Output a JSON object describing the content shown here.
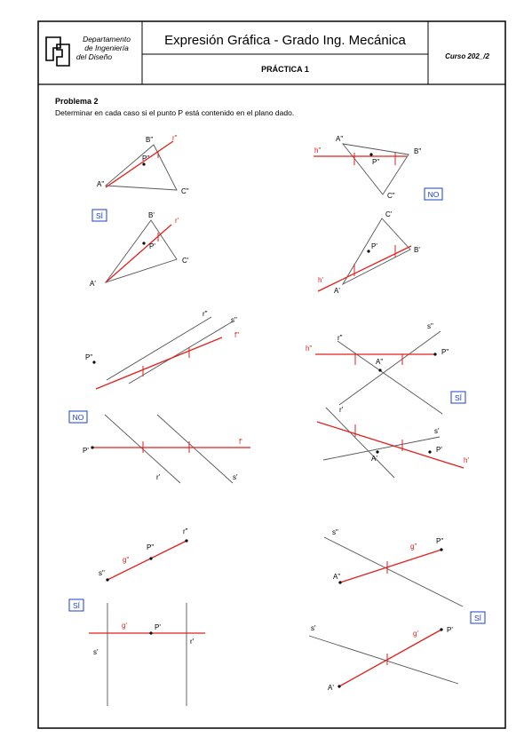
{
  "header": {
    "dept_line1": "Departamento",
    "dept_line2": "de Ingeniería",
    "dept_line3": "del Diseño",
    "title": "Expresión Gráfica - Grado Ing. Mecánica",
    "practice": "PRÁCTICA 1",
    "course": "Curso 202_/2"
  },
  "problem": {
    "heading": "Problema 2",
    "statement": "Determinar en cada caso si el punto P está contenido en el plano dado."
  },
  "labels": {
    "B2": "B\"",
    "C2": "C\"",
    "A2": "A\"",
    "P2": "P\"",
    "B1": "B'",
    "C1": "C'",
    "A1": "A'",
    "P1": "P'",
    "r2": "r\"",
    "r1": "r'",
    "s2": "s\"",
    "s1": "s'",
    "h2": "h\"",
    "h1": "h'",
    "f2": "f\"",
    "f1": "f'",
    "g2": "g\"",
    "g1": "g'"
  },
  "answers": {
    "case1": "SÍ",
    "case2": "NO",
    "case3": "NO",
    "case4": "SÍ",
    "case5": "SÍ",
    "case6": "SÍ"
  },
  "colors": {
    "construction": "#e0201c",
    "answer_box": "#1a3fd0",
    "line": "#555555"
  }
}
